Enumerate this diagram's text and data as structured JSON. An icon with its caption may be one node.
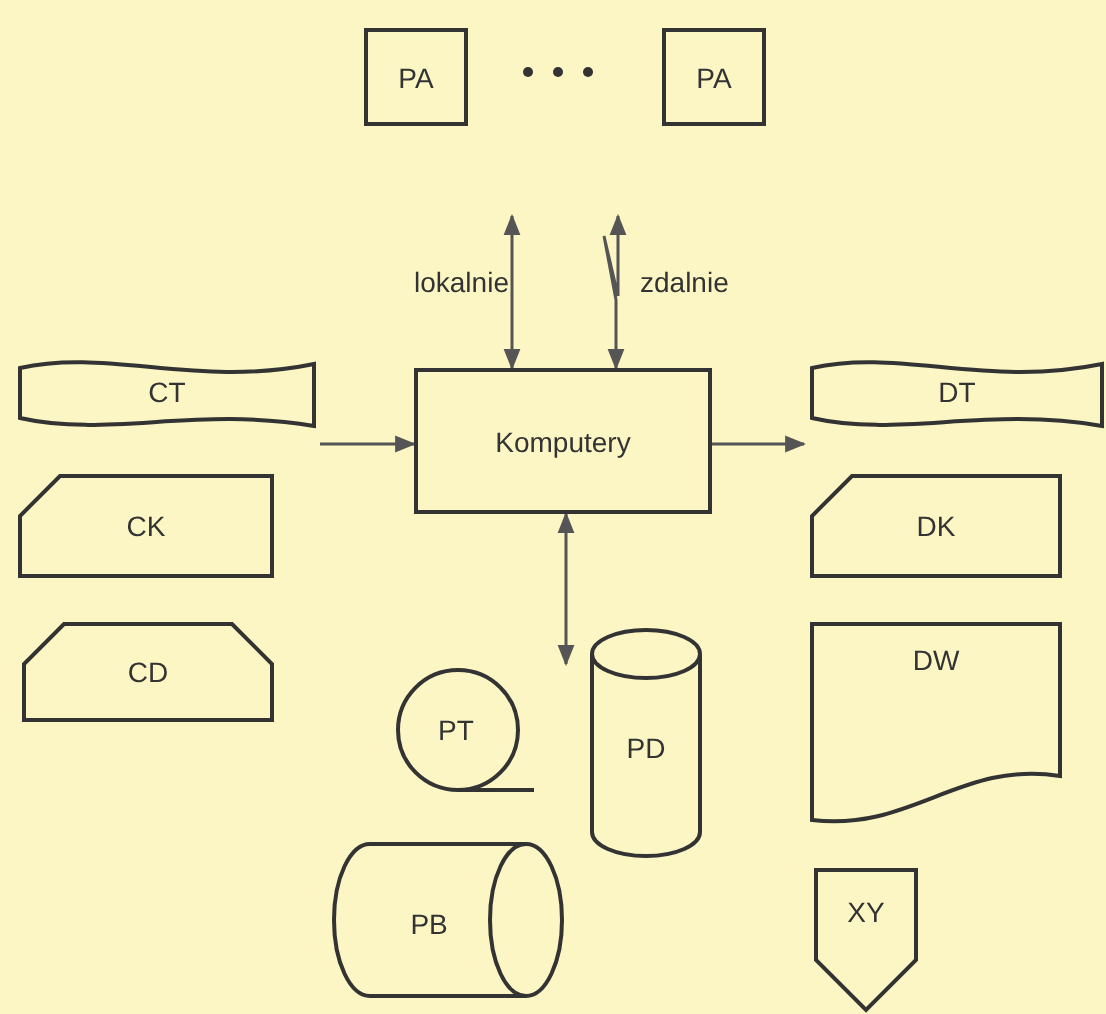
{
  "diagram": {
    "nodes": [
      {
        "text": [
          "PA"
        ]
      },
      {
        "text": [
          "PA"
        ]
      },
      {
        "text": [
          "CT"
        ]
      },
      {
        "text": [
          "Komputery"
        ]
      },
      {
        "text": [
          "DT"
        ]
      },
      {
        "text": [
          "CK"
        ]
      },
      {
        "text": [
          "DK"
        ]
      },
      {
        "text": [
          "CD"
        ]
      },
      {
        "text": [
          "DW"
        ]
      },
      {
        "text": [
          "PT"
        ]
      },
      {
        "text": [
          "PD"
        ]
      },
      {
        "text": [
          "PB"
        ]
      },
      {
        "text": [
          "XY"
        ]
      }
    ],
    "edges": [
      {
        "from": 2,
        "to": 3,
        "arrow": "to"
      },
      {
        "from": 3,
        "to": 4,
        "arrow": "to"
      },
      {
        "from": 3,
        "to": null,
        "arrow": "both",
        "label": "lokalnie"
      },
      {
        "from": 3,
        "to": null,
        "arrow": "both",
        "label": "zdalnie"
      },
      {
        "from": 3,
        "to": 10,
        "arrow": "both"
      }
    ]
  }
}
